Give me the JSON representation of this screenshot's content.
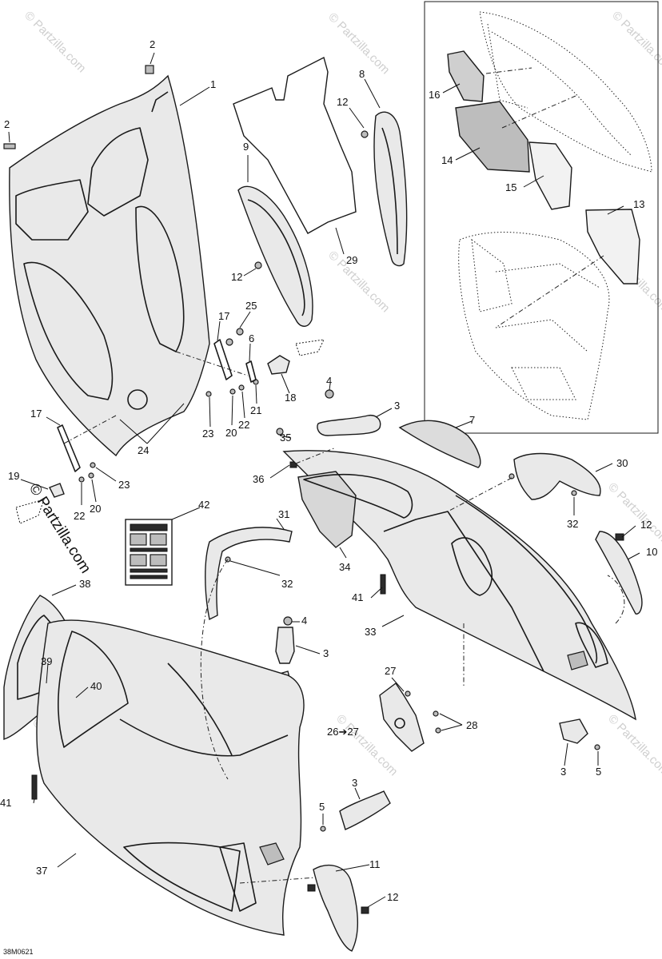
{
  "diagram": {
    "reference_code": "38M0621",
    "watermark_text": "© Partzilla.com",
    "callouts": [
      {
        "id": "c2a",
        "label": "2"
      },
      {
        "id": "c1",
        "label": "1"
      },
      {
        "id": "c2b",
        "label": "2"
      },
      {
        "id": "c9",
        "label": "9"
      },
      {
        "id": "c8",
        "label": "8"
      },
      {
        "id": "c12a",
        "label": "12"
      },
      {
        "id": "c12b",
        "label": "12"
      },
      {
        "id": "c29",
        "label": "29"
      },
      {
        "id": "c16",
        "label": "16"
      },
      {
        "id": "c14",
        "label": "14"
      },
      {
        "id": "c15",
        "label": "15"
      },
      {
        "id": "c13",
        "label": "13"
      },
      {
        "id": "c17a",
        "label": "17"
      },
      {
        "id": "c25",
        "label": "25"
      },
      {
        "id": "c6",
        "label": "6"
      },
      {
        "id": "c18",
        "label": "18"
      },
      {
        "id": "c21",
        "label": "21"
      },
      {
        "id": "c22a",
        "label": "22"
      },
      {
        "id": "c20a",
        "label": "20"
      },
      {
        "id": "c23a",
        "label": "23"
      },
      {
        "id": "c24",
        "label": "24"
      },
      {
        "id": "c4a",
        "label": "4"
      },
      {
        "id": "c3a",
        "label": "3"
      },
      {
        "id": "c7",
        "label": "7"
      },
      {
        "id": "c35",
        "label": "35"
      },
      {
        "id": "c30",
        "label": "30"
      },
      {
        "id": "c17b",
        "label": "17"
      },
      {
        "id": "c36",
        "label": "36"
      },
      {
        "id": "c19",
        "label": "19"
      },
      {
        "id": "c23b",
        "label": "23"
      },
      {
        "id": "c22b",
        "label": "22"
      },
      {
        "id": "c20b",
        "label": "20"
      },
      {
        "id": "c42",
        "label": "42"
      },
      {
        "id": "c31",
        "label": "31"
      },
      {
        "id": "c32a",
        "label": "32"
      },
      {
        "id": "c32b",
        "label": "32"
      },
      {
        "id": "c12c",
        "label": "12"
      },
      {
        "id": "c10",
        "label": "10"
      },
      {
        "id": "c34",
        "label": "34"
      },
      {
        "id": "c41a",
        "label": "41"
      },
      {
        "id": "c33",
        "label": "33"
      },
      {
        "id": "c38",
        "label": "38"
      },
      {
        "id": "c4b",
        "label": "4"
      },
      {
        "id": "c3b",
        "label": "3"
      },
      {
        "id": "c39",
        "label": "39"
      },
      {
        "id": "c40",
        "label": "40"
      },
      {
        "id": "c27a",
        "label": "27"
      },
      {
        "id": "c26",
        "label": "26➔27"
      },
      {
        "id": "c28",
        "label": "28"
      },
      {
        "id": "c3c",
        "label": "3"
      },
      {
        "id": "c5a",
        "label": "5"
      },
      {
        "id": "c41b",
        "label": "41"
      },
      {
        "id": "c3d",
        "label": "3"
      },
      {
        "id": "c5b",
        "label": "5"
      },
      {
        "id": "c37",
        "label": "37"
      },
      {
        "id": "c11",
        "label": "11"
      },
      {
        "id": "c12d",
        "label": "12"
      }
    ]
  }
}
